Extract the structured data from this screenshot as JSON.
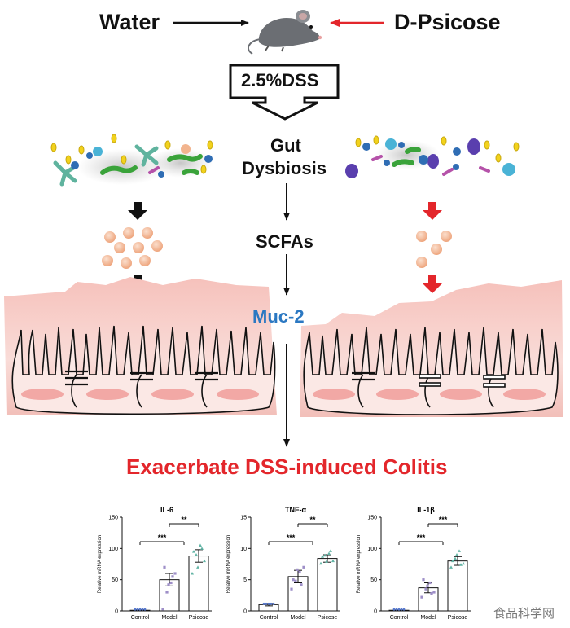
{
  "labels": {
    "water": "Water",
    "psicose": "D-Psicose",
    "dss": "2.5%DSS",
    "gut": "Gut",
    "dysbiosis": "Dysbiosis",
    "scfas": "SCFAs",
    "muc2": "Muc-2",
    "conclusion": "Exacerbate DSS-induced Colitis",
    "watermark": "食品科学网"
  },
  "colors": {
    "red": "#e3262b",
    "muc_blue": "#2b78c2",
    "tissue": "#f6c9c4",
    "scfa": "#f2b48e"
  },
  "chart_data": [
    {
      "type": "bar",
      "title": "IL-6",
      "ylabel": "Relative mRNA expression",
      "categories": [
        "Control",
        "Model",
        "Psicose"
      ],
      "values": [
        1,
        50,
        88
      ],
      "errors": [
        1,
        10,
        10
      ],
      "ylim": [
        0,
        150
      ],
      "yticks": [
        "0",
        "50",
        "100",
        "150"
      ],
      "sig": [
        {
          "from": 0,
          "to": 1.5,
          "label": "***"
        },
        {
          "from": 1,
          "to": 2,
          "label": "**"
        }
      ],
      "points": [
        [
          3,
          30,
          45,
          60,
          70,
          42,
          55
        ],
        [
          60,
          90,
          105,
          80,
          95,
          70,
          100
        ]
      ]
    },
    {
      "type": "bar",
      "title": "TNF-α",
      "ylabel": "Relative mRNA expression",
      "categories": [
        "Control",
        "Model",
        "Psicose"
      ],
      "values": [
        1,
        5.5,
        8.4
      ],
      "errors": [
        0.2,
        1,
        0.6
      ],
      "ylim": [
        0,
        15
      ],
      "yticks": [
        "0",
        "5",
        "10",
        "15"
      ],
      "sig": [
        {
          "from": 0,
          "to": 1.5,
          "label": "***"
        },
        {
          "from": 1,
          "to": 2,
          "label": "**"
        }
      ],
      "points": [
        [
          3.5,
          4.8,
          6.2,
          7,
          5,
          6.6,
          4.2
        ],
        [
          7.6,
          8.9,
          9.2,
          8,
          8.7,
          7.9,
          9.6
        ]
      ]
    },
    {
      "type": "bar",
      "title": "IL-1β",
      "ylabel": "Relative mRNA expression",
      "categories": [
        "Control",
        "Model",
        "Psicose"
      ],
      "values": [
        1,
        37,
        80
      ],
      "errors": [
        0.5,
        8,
        7
      ],
      "ylim": [
        0,
        150
      ],
      "yticks": [
        "0",
        "50",
        "100",
        "150"
      ],
      "sig": [
        {
          "from": 0,
          "to": 1.5,
          "label": "***"
        },
        {
          "from": 1,
          "to": 2,
          "label": "***"
        }
      ],
      "points": [
        [
          22,
          35,
          45,
          30,
          50,
          40,
          28
        ],
        [
          70,
          84,
          96,
          76,
          80,
          90,
          74
        ]
      ]
    }
  ]
}
